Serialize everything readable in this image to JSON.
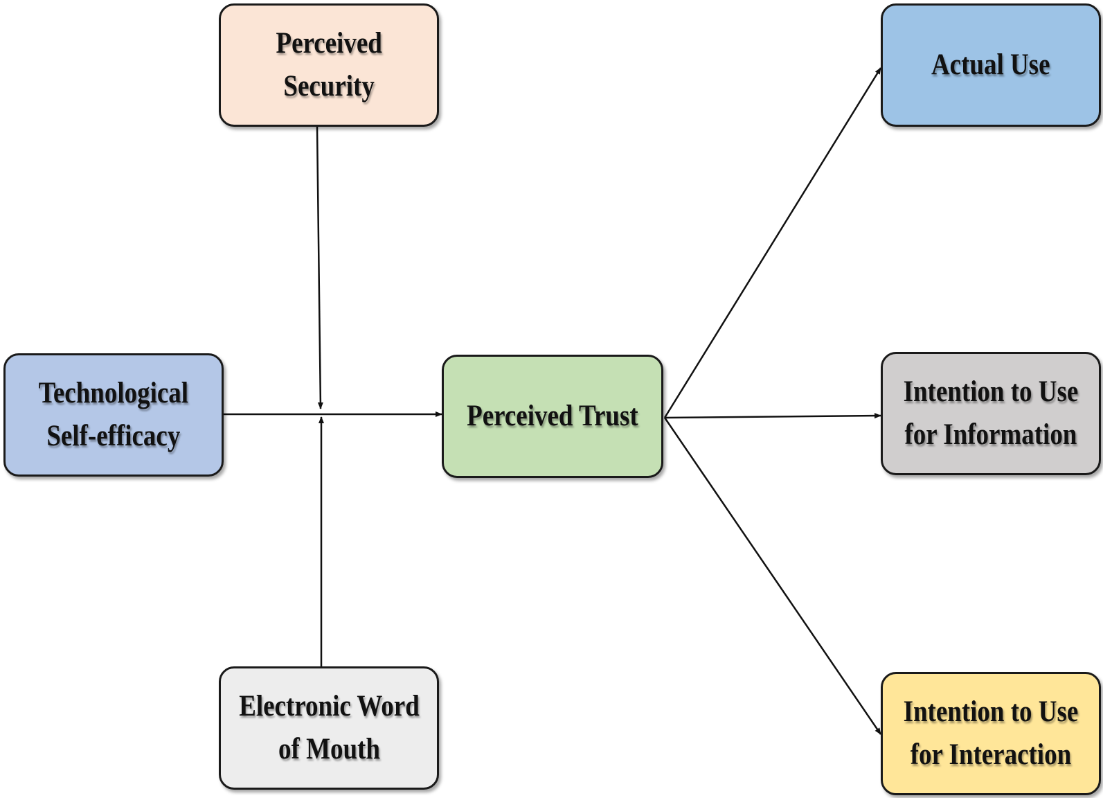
{
  "diagram": {
    "nodes": {
      "perceived_security": {
        "line1": "Perceived",
        "line2": "Security",
        "color": "#fbe5d6"
      },
      "technological_self_efficacy": {
        "line1": "Technological",
        "line2": "Self-efficacy",
        "color": "#b4c7e7"
      },
      "perceived_trust": {
        "line1": "Perceived Trust",
        "color": "#c5e0b4"
      },
      "electronic_word_of_mouth": {
        "line1": "Electronic Word",
        "line2": "of Mouth",
        "color": "#ededed"
      },
      "actual_use": {
        "line1": "Actual Use",
        "color": "#9dc3e6"
      },
      "intention_to_use_for_information": {
        "line1": "Intention to Use",
        "line2": "for Information",
        "color": "#d0cece"
      },
      "intention_to_use_for_interaction": {
        "line1": "Intention to Use",
        "line2": "for Interaction",
        "color": "#ffe699"
      }
    },
    "edges": [
      {
        "from": "technological_self_efficacy",
        "to": "perceived_trust",
        "kind": "direct"
      },
      {
        "from": "perceived_security",
        "to": "technological_self_efficacy->perceived_trust",
        "kind": "moderator"
      },
      {
        "from": "electronic_word_of_mouth",
        "to": "technological_self_efficacy->perceived_trust",
        "kind": "moderator"
      },
      {
        "from": "perceived_trust",
        "to": "actual_use",
        "kind": "direct"
      },
      {
        "from": "perceived_trust",
        "to": "intention_to_use_for_information",
        "kind": "direct"
      },
      {
        "from": "perceived_trust",
        "to": "intention_to_use_for_interaction",
        "kind": "direct"
      }
    ],
    "line_color": "#111111"
  }
}
